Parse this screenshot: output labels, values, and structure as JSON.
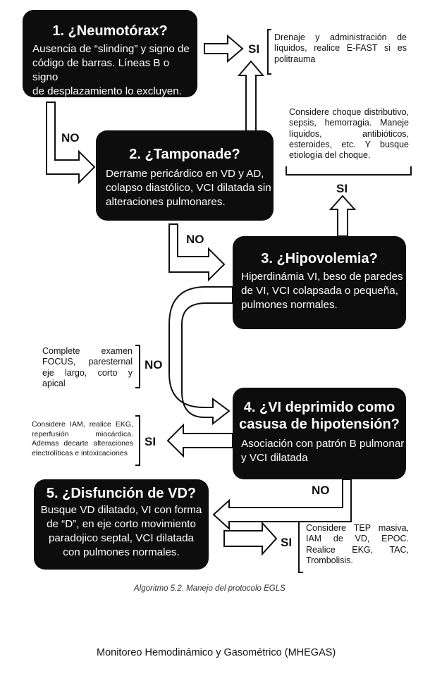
{
  "nodes": {
    "neumotorax": {
      "title": "1. ¿Neumotórax?",
      "lines": [
        "Ausencia de “slinding” y signo de",
        "código de barras. Líneas B o signo",
        "de desplazamiento lo excluyen."
      ]
    },
    "taponade": {
      "title": "2. ¿Tamponade?",
      "lines": [
        "Derrame pericárdico en VD y AD,",
        "colapso diastólico, VCI dilatada sin",
        "alteraciones pulmonares."
      ]
    },
    "hipovolemia": {
      "title": "3. ¿Hipovolemia?",
      "lines": [
        "Hiperdinámia VI, beso de paredes",
        "de VI, VCI colapsada o pequeña,",
        "pulmones normales."
      ]
    },
    "vi_deprimido": {
      "title_lines": [
        "4. ¿VI deprimido como",
        "casusa de hipotensión?"
      ],
      "lines": [
        "Asociación con patrón B pulmonar",
        "y VCI dilatada"
      ]
    },
    "disfuncion_vd": {
      "title": "5. ¿Disfunción de VD?",
      "lines": [
        "Busque VD dilatado, VI con forma",
        "de “D”, en eje corto movimiento",
        "paradojico septal, VCI dilatada",
        "con pulmones normales."
      ]
    }
  },
  "notes": {
    "drenaje": "Drenaje y administración de líquidos, realice E-FAST si es politrauma",
    "choque": "Considere choque distributivo, sepsis, hemorragia. Maneje líquidos, antibióticos, esteroides, etc. Y busque etiología del choque.",
    "focus": "Complete examen FOCUS, paresternal eje largo, corto y apical",
    "iam": "Considere IAM, realice EKG, reperfusión miocárdica. Ademas decarte alteraciones electrolíticas e intoxicaciones",
    "tep": "Considere TEP masiva, IAM de VD, EPOC. Realice EKG, TAC, Trombolisis."
  },
  "labels": {
    "si": "SI",
    "no": "NO"
  },
  "caption": "Algoritmo 5.2. Manejo del protocolo EGLS",
  "footer": "Monitoreo Hemodinámico y Gasométrico (MHEGAS)"
}
